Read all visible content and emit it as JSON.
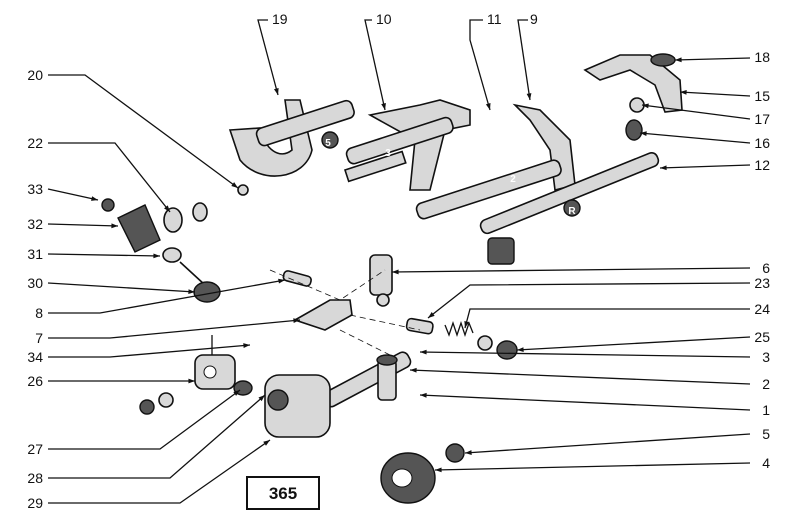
{
  "title": "Gearbox selector mechanism exploded view",
  "figure_number": "365",
  "part_labels": [
    "19",
    "10",
    "11",
    "9",
    "18",
    "15",
    "17",
    "16",
    "12",
    "20",
    "22",
    "33",
    "32",
    "31",
    "30",
    "6",
    "8",
    "23",
    "24",
    "7",
    "25",
    "34",
    "3",
    "26",
    "2",
    "1",
    "27",
    "5",
    "28",
    "4",
    "29"
  ],
  "fork_marks": [
    "5",
    "3",
    "2",
    "R"
  ]
}
